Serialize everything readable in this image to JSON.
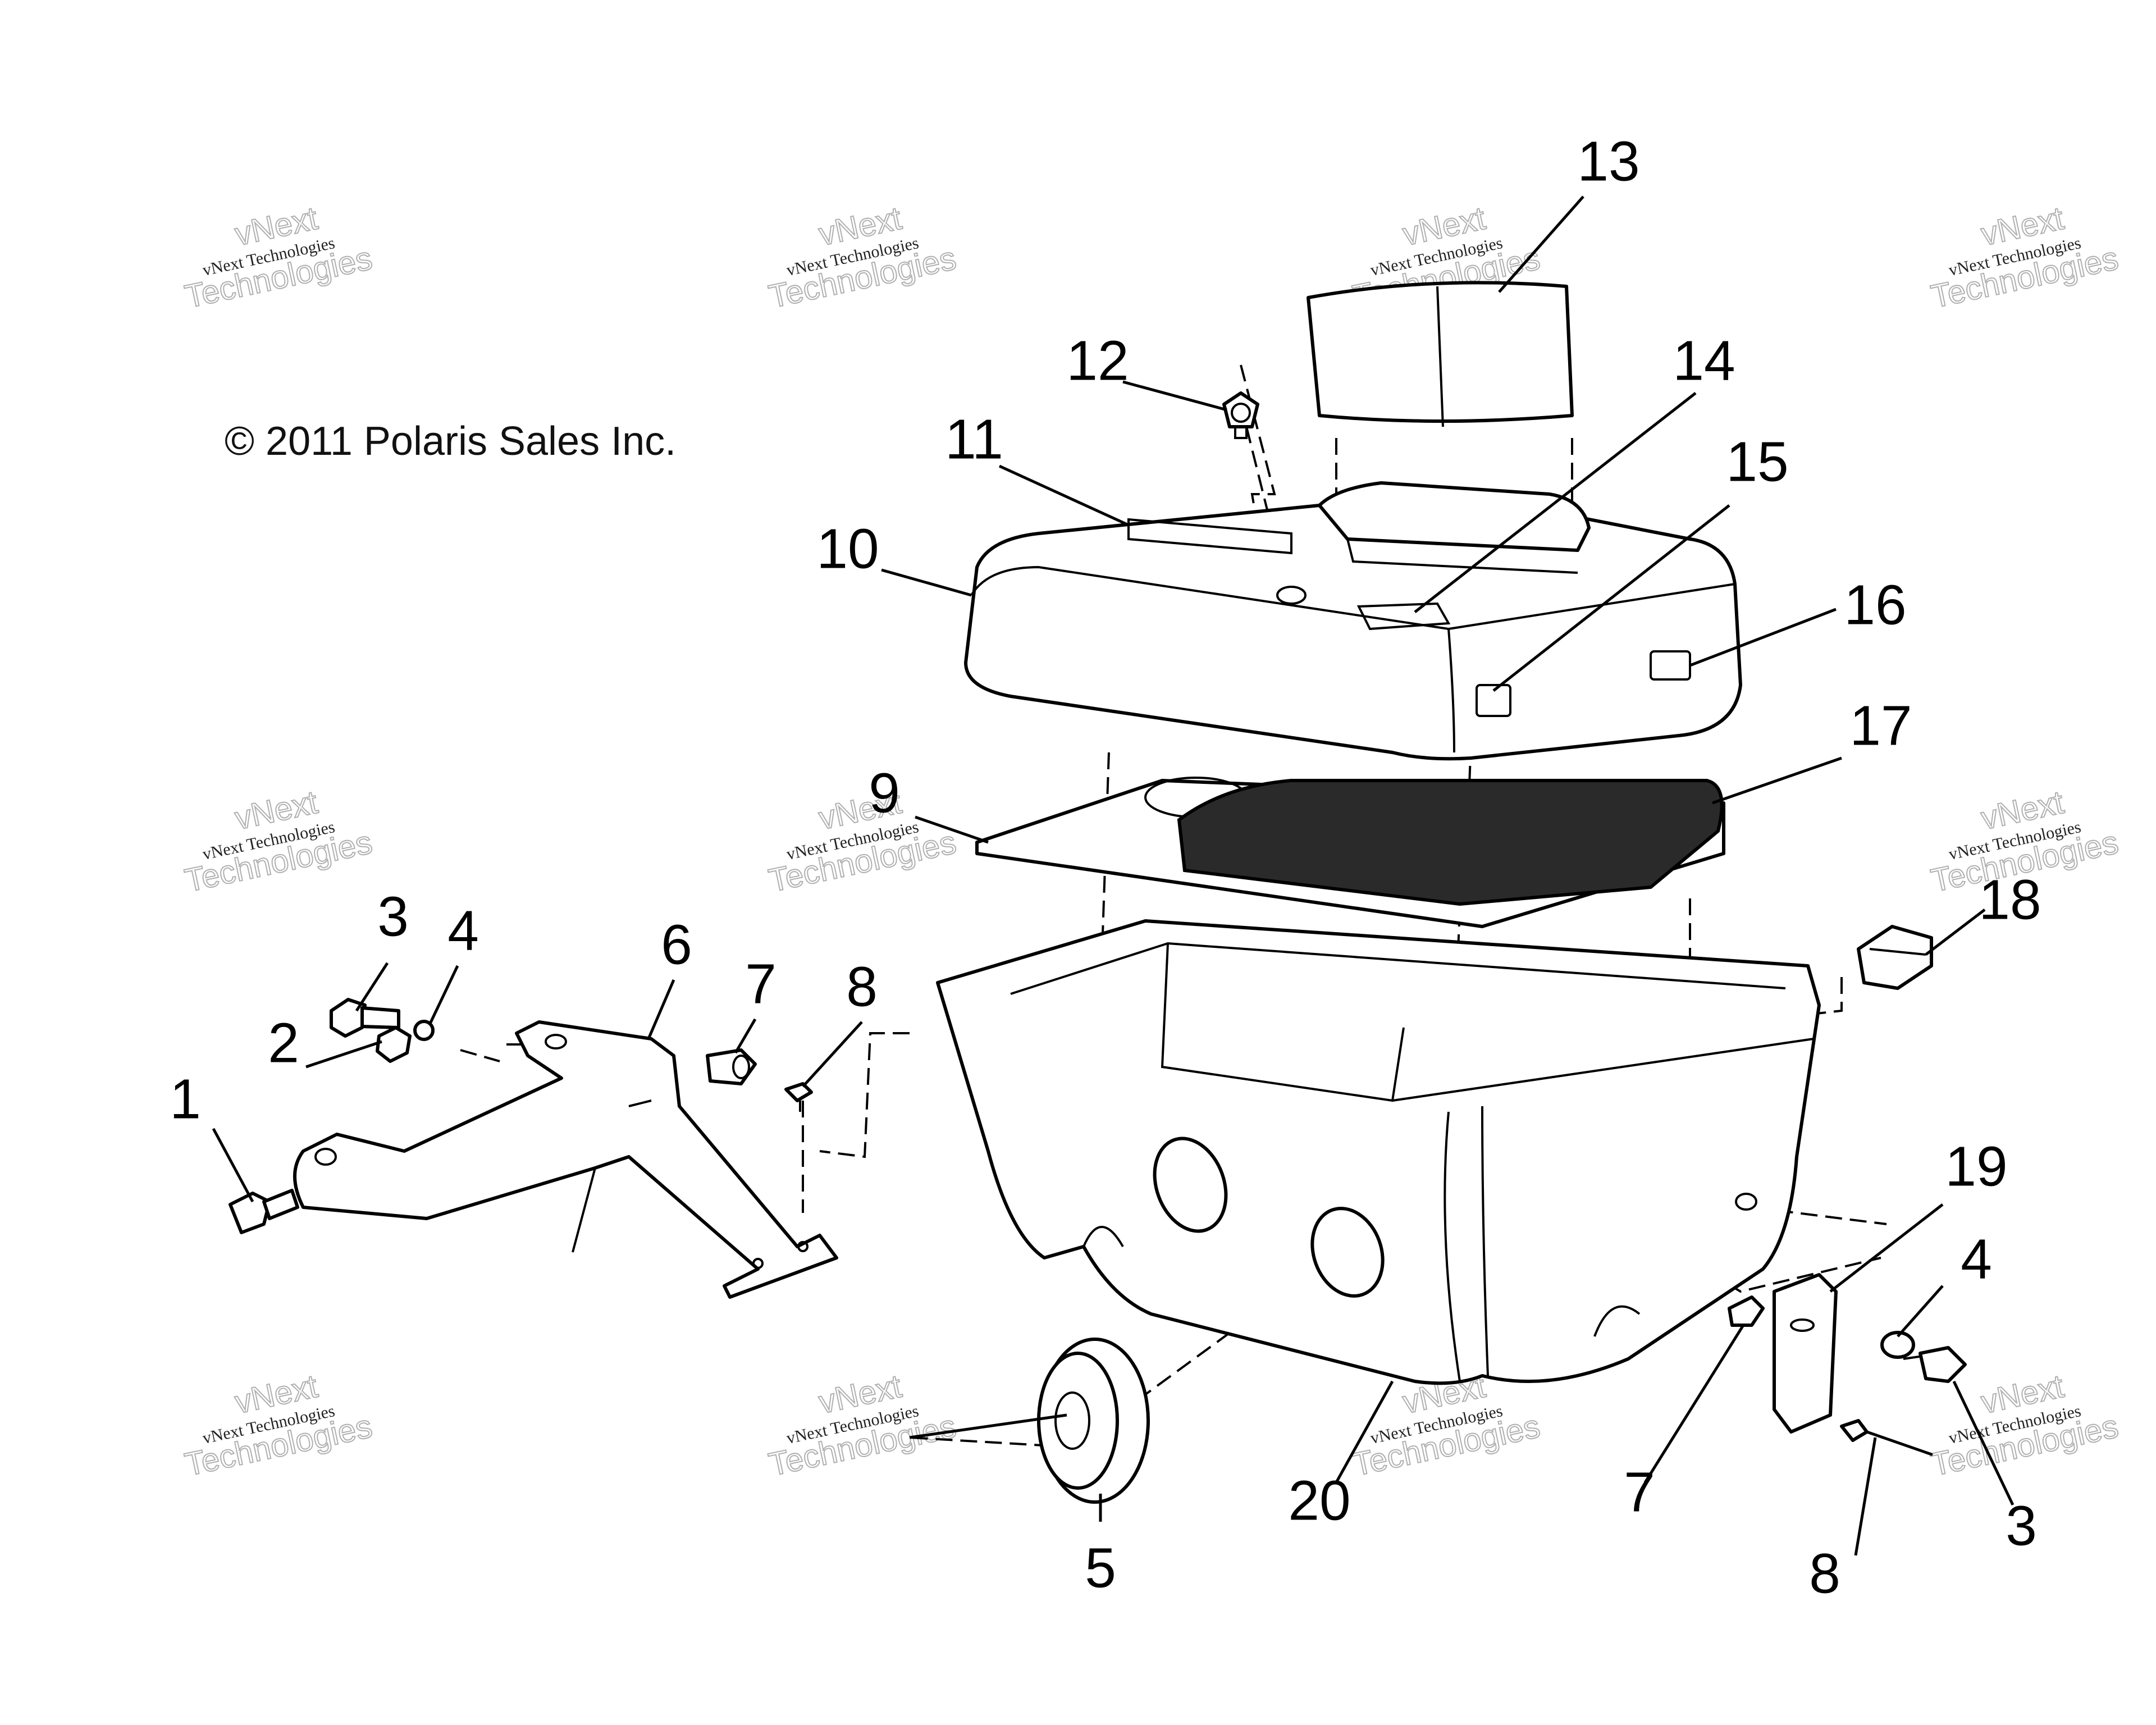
{
  "copyright": "© 2011 Polaris Sales Inc.",
  "watermark": {
    "line1": "vNext Technologies",
    "line2": "vNext",
    "line3": "Technologies"
  },
  "callouts": [
    "1",
    "2",
    "3",
    "4",
    "5",
    "6",
    "7",
    "8",
    "9",
    "10",
    "11",
    "12",
    "13",
    "14",
    "15",
    "16",
    "17",
    "18",
    "19",
    "20",
    "7",
    "3",
    "4",
    "8"
  ]
}
